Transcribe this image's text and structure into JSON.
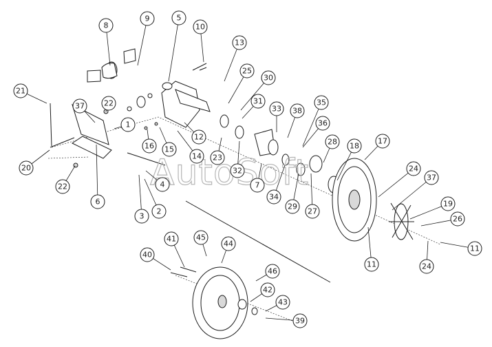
{
  "watermark": "AutoSoft",
  "callouts": [
    "8",
    "9",
    "5",
    "10",
    "13",
    "25",
    "30",
    "31",
    "33",
    "38",
    "35",
    "36",
    "21",
    "37",
    "22",
    "1",
    "16",
    "15",
    "14",
    "12",
    "20",
    "6",
    "22",
    "23",
    "32",
    "7",
    "34",
    "29",
    "27",
    "28",
    "18",
    "17",
    "24",
    "37",
    "19",
    "26",
    "11",
    "11",
    "24",
    "4",
    "3",
    "2",
    "41",
    "45",
    "44",
    "40",
    "46",
    "42",
    "43",
    "39"
  ]
}
